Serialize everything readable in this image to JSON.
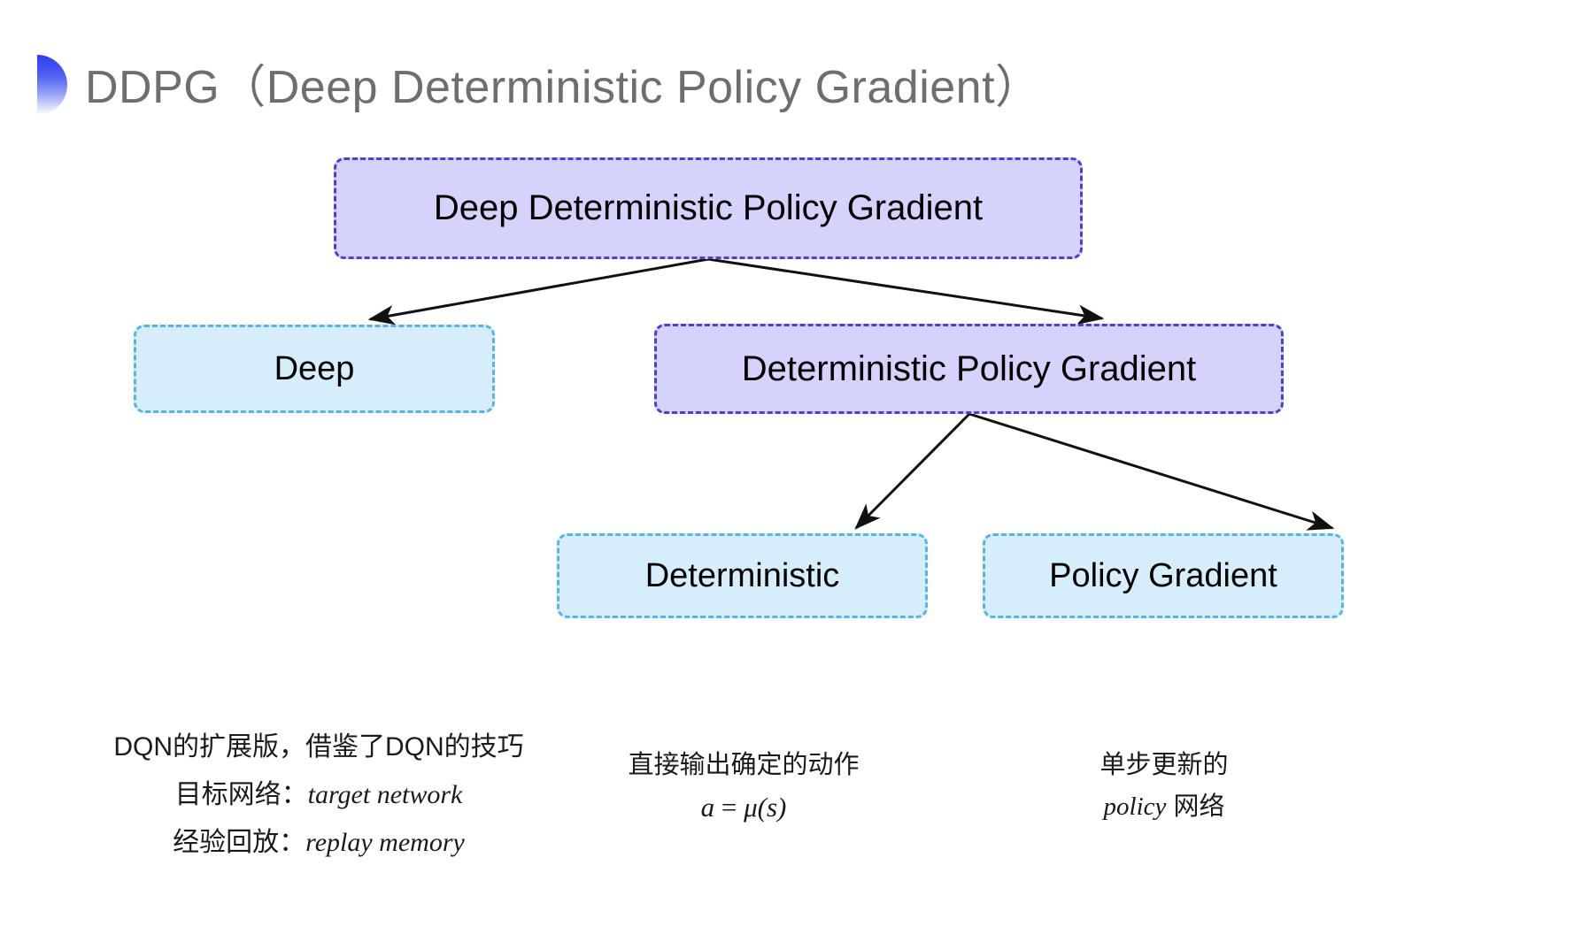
{
  "slide": {
    "title": "DDPG（Deep Deterministic Policy Gradient）",
    "bullet_icon": "half-circle-gradient-icon",
    "background_color": "#ffffff",
    "title_color": "#6d6e71",
    "accent_gradient_color": "#2a3bef"
  },
  "diagram": {
    "type": "tree",
    "node_colors": {
      "purple_fill": "#d5d2fb",
      "purple_border": "#4b3fd6",
      "cyan_fill": "#d6eefb",
      "cyan_border": "#57b4e8"
    },
    "nodes": [
      {
        "id": "root",
        "label": "Deep Deterministic Policy Gradient",
        "style": "purple"
      },
      {
        "id": "deep",
        "label": "Deep",
        "style": "cyan"
      },
      {
        "id": "dpg",
        "label": "Deterministic Policy Gradient",
        "style": "purple"
      },
      {
        "id": "deterministic",
        "label": "Deterministic",
        "style": "cyan"
      },
      {
        "id": "policy_gradient",
        "label": "Policy Gradient",
        "style": "cyan"
      }
    ],
    "edges": [
      {
        "from": "root",
        "to": "deep"
      },
      {
        "from": "root",
        "to": "dpg"
      },
      {
        "from": "dpg",
        "to": "deterministic"
      },
      {
        "from": "dpg",
        "to": "policy_gradient"
      }
    ]
  },
  "captions": {
    "deep": {
      "line1": "DQN的扩展版，借鉴了DQN的技巧",
      "line2_label": "目标网络：",
      "line2_term": "target network",
      "line3_label": "经验回放：",
      "line3_term": "replay memory"
    },
    "deterministic": {
      "line1": "直接输出确定的动作",
      "formula_lhs": "a",
      "formula_eq": " = ",
      "formula_rhs": "μ(s)"
    },
    "policy_gradient": {
      "line1": "单步更新的",
      "line2_term": "policy",
      "line2_suffix": " 网络"
    }
  }
}
